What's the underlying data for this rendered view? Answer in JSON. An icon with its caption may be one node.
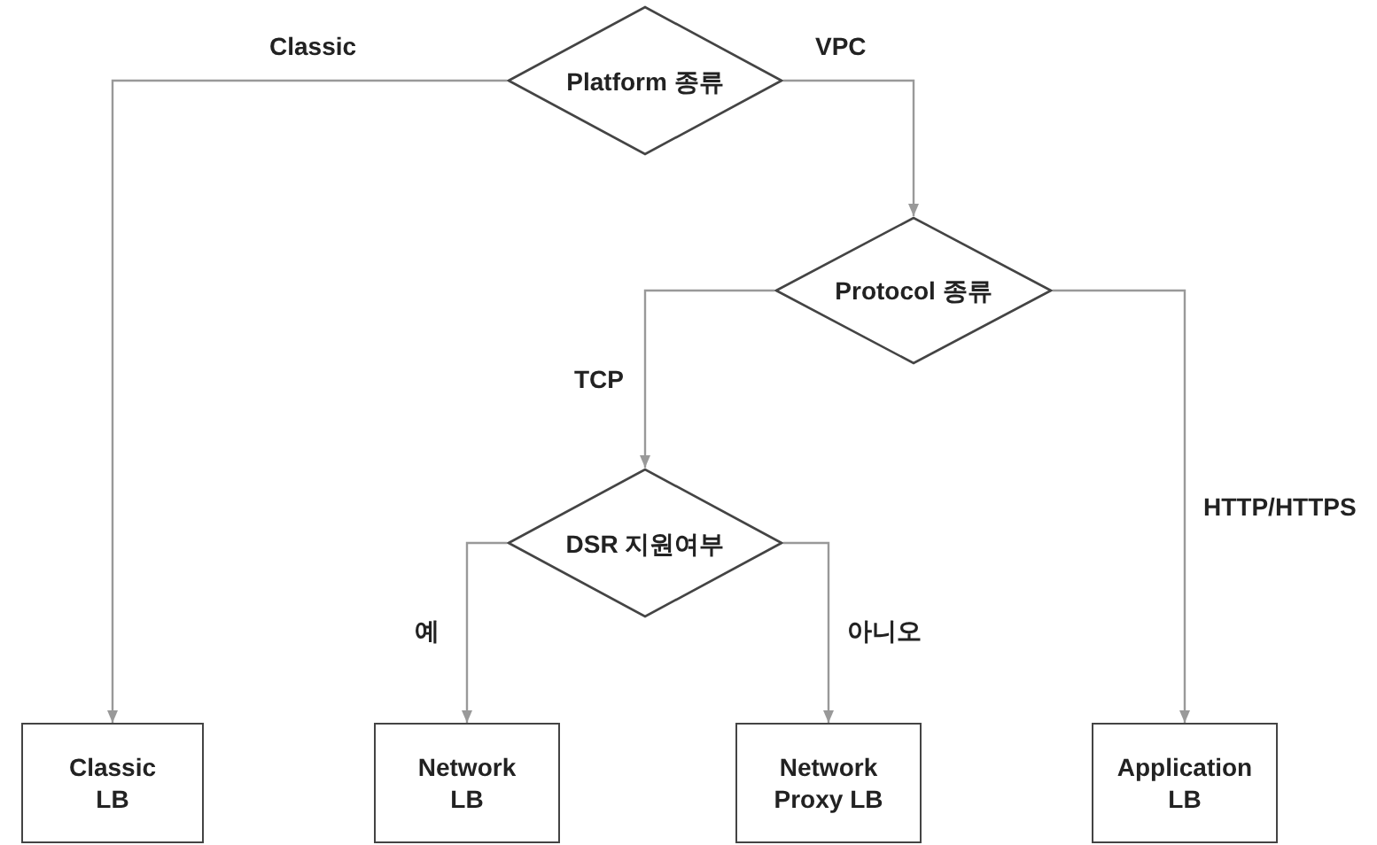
{
  "diagram": {
    "nodes": [
      {
        "text": [
          "Platform 종류"
        ]
      },
      {
        "text": [
          "Protocol 종류"
        ]
      },
      {
        "text": [
          "DSR 지원여부"
        ]
      },
      {
        "text": [
          "Classic LB"
        ]
      },
      {
        "text": [
          "Network LB"
        ]
      },
      {
        "text": [
          "Network Proxy LB"
        ]
      },
      {
        "text": [
          "Application LB"
        ]
      }
    ],
    "edges": [
      {
        "from": 0,
        "to": 3,
        "arrow": "to",
        "label": "Classic"
      },
      {
        "from": 0,
        "to": 1,
        "arrow": "to",
        "label": "VPC"
      },
      {
        "from": 1,
        "to": 2,
        "arrow": "to",
        "label": "TCP"
      },
      {
        "from": 1,
        "to": 6,
        "arrow": "to",
        "label": "HTTP/HTTPS"
      },
      {
        "from": 2,
        "to": 4,
        "arrow": "to",
        "label": "예"
      },
      {
        "from": 2,
        "to": 5,
        "arrow": "to",
        "label": "아니오"
      }
    ]
  }
}
